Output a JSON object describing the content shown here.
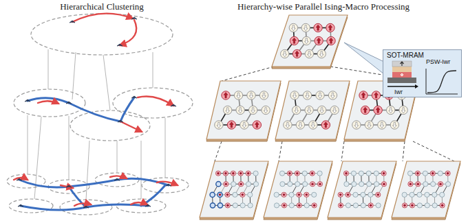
{
  "diagram": {
    "nodes": [
      {
        "text": [
          "SOT-MRAM",
          "Iwr",
          "PSW-Iwr"
        ]
      }
    ],
    "labels": [
      "Hierarchical Clustering",
      "Hierarchy-wise Parallel Ising-Macro Processing"
    ]
  }
}
